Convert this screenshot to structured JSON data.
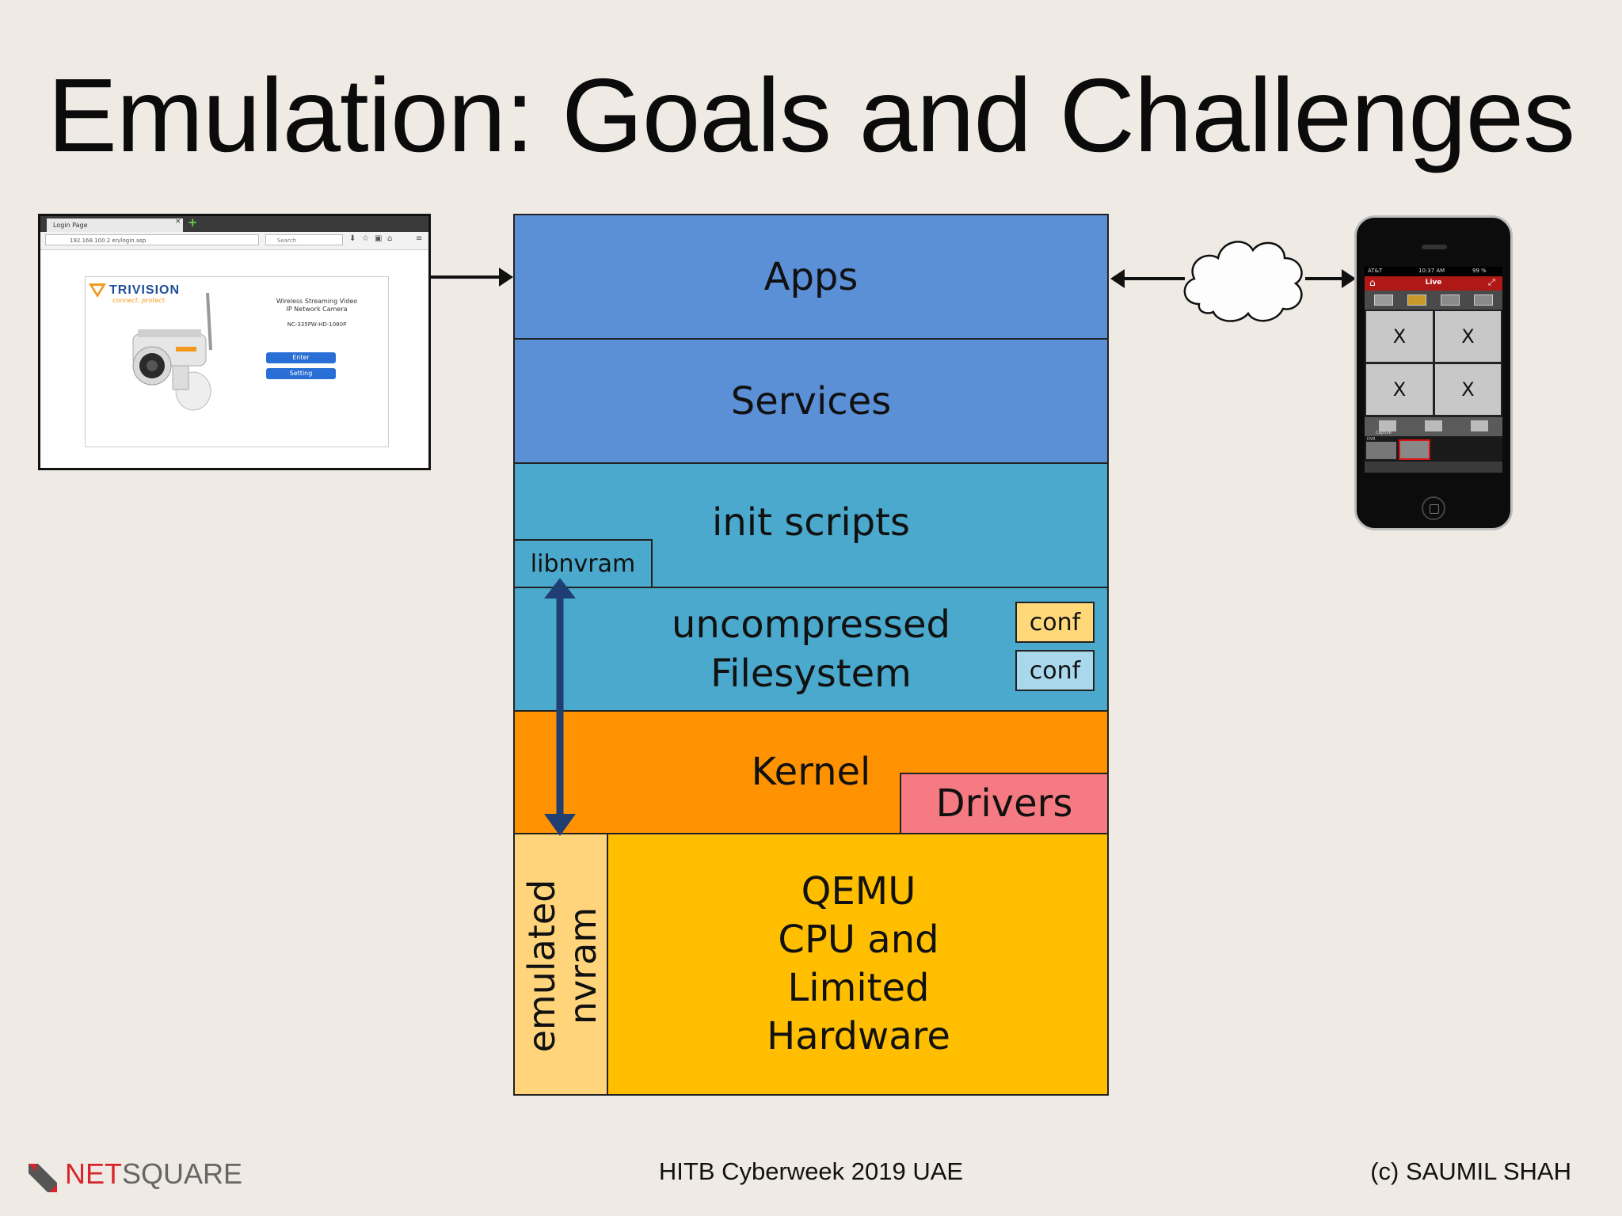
{
  "title": "Emulation: Goals and Challenges",
  "browser": {
    "tab_title": "Login Page",
    "url": "192.168.100.2 en/login.asp",
    "search_placeholder": "Search",
    "brand": "TRIVISION",
    "tagline": "connect. protect.",
    "product_line1": "Wireless Streaming Video",
    "product_line2": "IP Network Camera",
    "model": "NC-335PW-HD-1080P",
    "enter_label": "Enter",
    "setting_label": "Setting"
  },
  "stack": {
    "apps": "Apps",
    "services": "Services",
    "init_scripts": "init scripts",
    "libnvram": "libnvram",
    "filesystem_line1": "uncompressed",
    "filesystem_line2": "Filesystem",
    "conf1": "conf",
    "conf2": "conf",
    "kernel": "Kernel",
    "drivers": "Drivers",
    "qemu_line1": "QEMU",
    "qemu_line2": "CPU and",
    "qemu_line3": "Limited",
    "qemu_line4": "Hardware",
    "nvram_line1": "emulated",
    "nvram_line2": "nvram"
  },
  "phone": {
    "carrier": "AT&T",
    "time": "10:37 AM",
    "battery": "99 %",
    "screen_title": "Live",
    "cells": [
      "X",
      "X",
      "X",
      "X"
    ],
    "toolbar_left": "Capture",
    "toolbar_right": "DVR"
  },
  "footer": {
    "brand_net": "NET",
    "brand_square": "SQUARE",
    "event": "HITB Cyberweek 2019 UAE",
    "copyright": "(c) SAUMIL SHAH"
  },
  "colors": {
    "blue": "#5b8fd6",
    "teal": "#4aa9cc",
    "orange": "#ff9200",
    "drivers": "#f57a82",
    "qemu": "#ffbf00",
    "nvram": "#ffd47a",
    "conf_yellow": "#ffd87a",
    "conf_blue": "#a9d8ec",
    "arrow": "#1f3f73",
    "brand_red": "#d8242a"
  }
}
